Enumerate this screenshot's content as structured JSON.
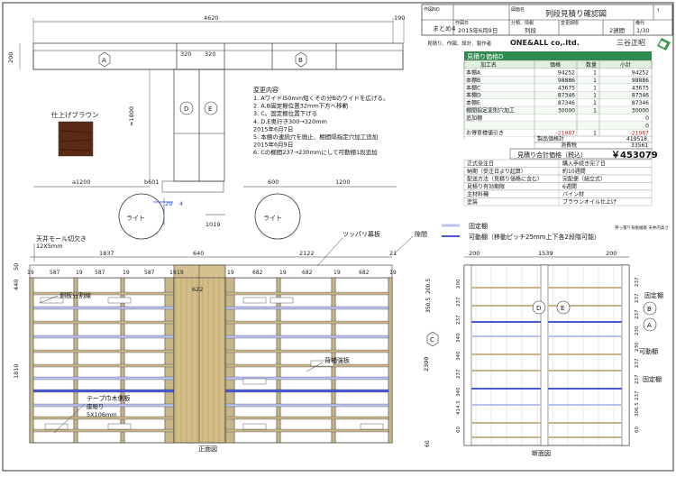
{
  "title_block": {
    "label_drawing_name": "図面名",
    "drawing_name": "列段見積り確認図",
    "label_drawing_no": "作図NO",
    "drawing_no": "まとめ4",
    "label_date": "作図日",
    "date": "2015年6月9日",
    "label_category": "分類、情報",
    "category": "列段",
    "label_due": "変更期限",
    "due": "2週間",
    "label_page": "備代",
    "page": "1/30",
    "label_staff": "見積り、作図、設計、製作者",
    "company": "ONE&ALL co,.ltd.",
    "staff_name": "三谷正昭"
  },
  "estimate": {
    "header": "見積り価格D",
    "columns": [
      "加工名",
      "価格",
      "数量",
      "小計"
    ],
    "rows": [
      [
        "本棚A",
        "94252",
        "1",
        "94252"
      ],
      [
        "本棚B",
        "98886",
        "1",
        "98886"
      ],
      [
        "本棚C",
        "43675",
        "1",
        "43675"
      ],
      [
        "本棚D",
        "87346",
        "1",
        "87346"
      ],
      [
        "本棚E",
        "87346",
        "1",
        "87346"
      ],
      [
        "棚間指定変則穴加工",
        "30000",
        "1",
        "30000"
      ],
      [
        "追加棚",
        "",
        "",
        "0"
      ],
      [
        "",
        "",
        "",
        "0"
      ],
      [
        "お得意様値引き",
        "-21987",
        "1",
        "-21987"
      ]
    ],
    "product_label": "製品価格計",
    "product_total": "419518",
    "tax_label": "消費税",
    "tax": "33561",
    "grand_label": "見積り合計価格（税込）",
    "grand_total": "￥453079"
  },
  "specs": [
    [
      "正式受注日",
      "購入手続き完了日"
    ],
    [
      "納期（受注日より起算）",
      "約10週間"
    ],
    [
      "配送方法（見積り価格に含む）",
      "完配便（組立式）"
    ],
    [
      "見積り有効期限",
      "6週間"
    ],
    [
      "主材料種",
      "パイン材"
    ],
    [
      "塗装",
      "ブラウンオイル仕上げ"
    ]
  ],
  "changes": {
    "title": "変更内容",
    "lines": [
      "1. AワイドI50mm短くその分Bのワイドを広げる。",
      "2. A,B固定棚位置32mm下方へ移動",
      "3. C。固定棚位置下げる",
      "4. D,E奥行き300→320mm",
      "2015年6月7日",
      "5. 本棚の連続穴を廃止、棚間隔指定穴加工追加",
      "2015年6月9日",
      "6. Cの棚間237→230mmにして可動棚1段追加"
    ]
  },
  "plan": {
    "dims": [
      "4620",
      "190",
      "320",
      "320",
      "≈1800",
      "a1200",
      "b601",
      "600",
      "1200",
      "29",
      "4",
      "1019"
    ],
    "units": [
      "A",
      "B",
      "C",
      "D",
      "E"
    ],
    "light_label": "ライト",
    "sample_label": "仕上げブラウン"
  },
  "front": {
    "labels": {
      "ceiling_molding": "天井モール切欠き",
      "ceiling_molding_size": "12X5mm",
      "tension": "ツッパリ幕板",
      "gap": "隙間",
      "side_divider": "側板分割線",
      "back_brace": "背補強板",
      "tape_side": "テープ巾木側板",
      "tape_notch": "座彫り",
      "tape_size": "5X106mm",
      "title": "正面図"
    },
    "dims_top": [
      "1837",
      "640",
      "2122",
      "21"
    ],
    "dims_sub": [
      "19",
      "587",
      "19",
      "587",
      "19",
      "587",
      "19",
      "19",
      "19",
      "682",
      "19",
      "682",
      "19",
      "682",
      "19"
    ],
    "dim_622": "622",
    "dims_left": [
      "50",
      "440",
      "1810"
    ]
  },
  "side": {
    "legend_fixed": "固定棚",
    "legend_movable": "可動棚（移動ピッチ25mm上下各2段階可能）",
    "dims_top": [
      "200",
      "1539",
      "200"
    ],
    "note": "突っ張り背板幅寄 天井内高さ",
    "dims_mid": [
      "200.5",
      "350.5",
      "2300",
      "60"
    ],
    "stack_left": [
      "200",
      "237",
      "237",
      "340",
      "340",
      "237",
      "340",
      "414.5",
      "60"
    ],
    "stack_right": [
      "237",
      "237",
      "237",
      "230",
      "230",
      "237",
      "237",
      "237",
      "306.5",
      "60"
    ],
    "labels_right": [
      "固定棚",
      "可動棚",
      "固定棚"
    ],
    "title": "断面図"
  },
  "colors": {
    "line": "#333333",
    "wood": "#c8b58a",
    "fixed_shelf": "#b8c2ee",
    "movable_shelf": "#4a5ad6",
    "header_green": "#2f8a4f",
    "row_green": "#dff0df"
  }
}
